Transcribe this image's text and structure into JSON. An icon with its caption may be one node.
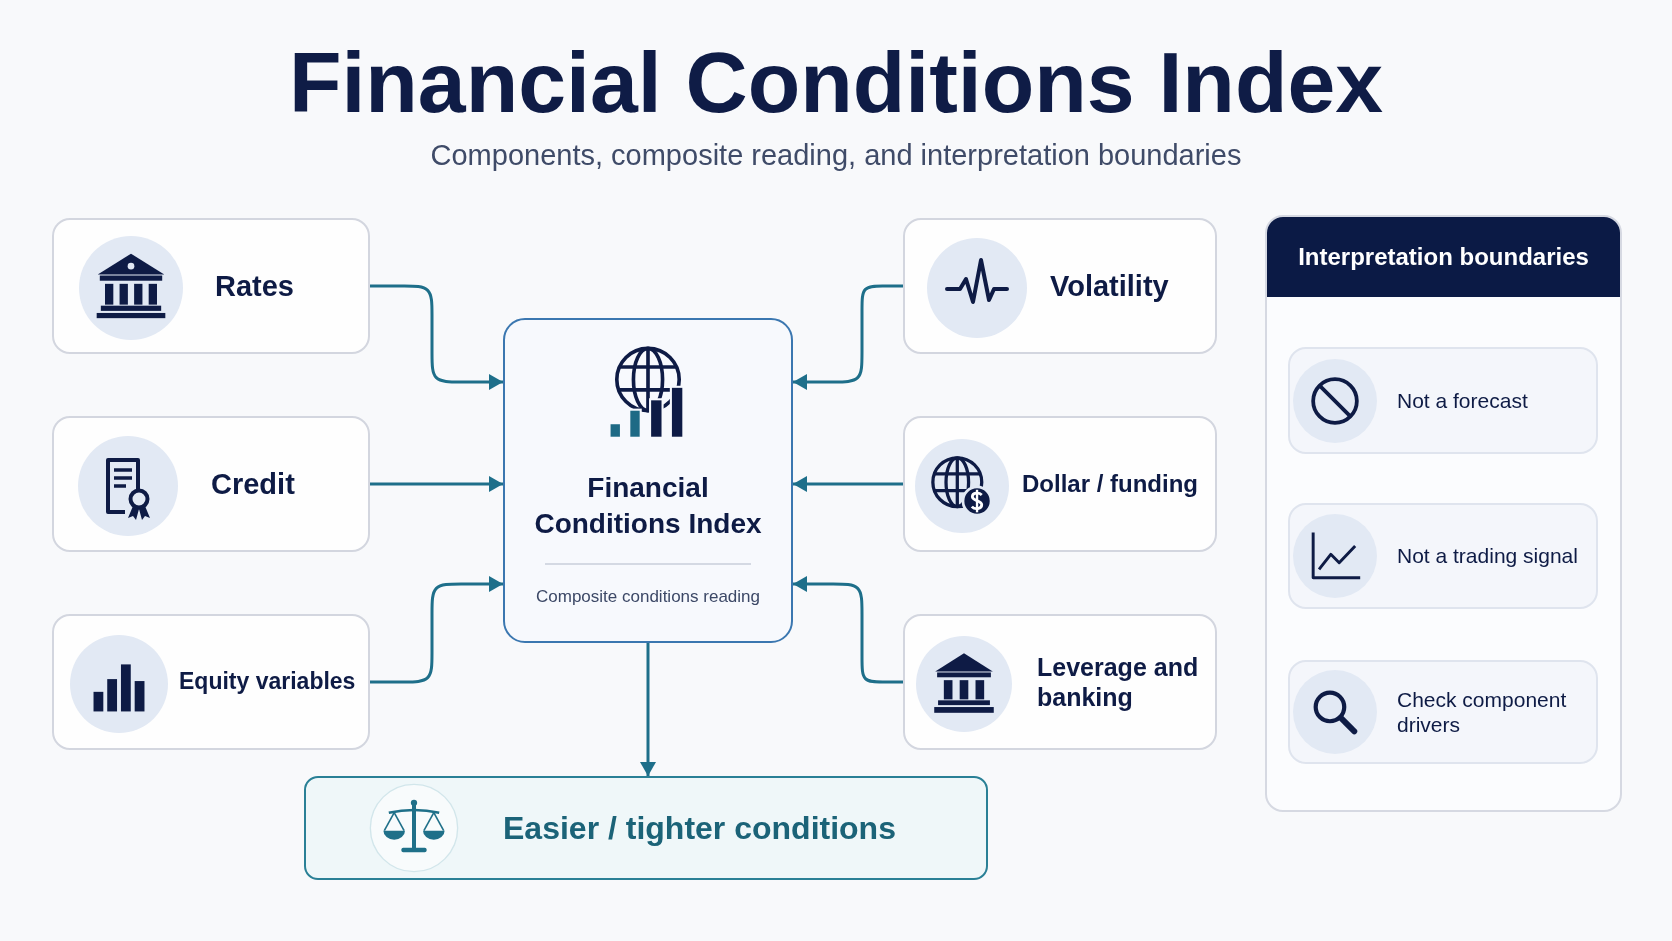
{
  "diagram": {
    "title": "Financial Conditions Index",
    "nodes": [
      {
        "text": [
          "Rates"
        ]
      },
      {
        "text": [
          "Credit"
        ]
      },
      {
        "text": [
          "Equity variables"
        ]
      },
      {
        "text": [
          "Financial Conditions Index",
          "Composite conditions reading"
        ]
      },
      {
        "text": [
          "Volatility"
        ]
      },
      {
        "text": [
          "Dollar / funding"
        ]
      },
      {
        "text": [
          "Leverage and banking"
        ]
      },
      {
        "text": [
          "Easier / tighter conditions"
        ]
      },
      {
        "text": [
          "Interpretation boundaries"
        ]
      },
      {
        "text": [
          "Not a forecast"
        ],
        "in": 8
      },
      {
        "text": [
          "Not a trading signal"
        ],
        "in": 8
      },
      {
        "text": [
          "Check component drivers"
        ],
        "in": 8
      }
    ],
    "edges": [
      {
        "from": 0,
        "to": 3,
        "arrow": "to"
      },
      {
        "from": 1,
        "to": 3,
        "arrow": "to"
      },
      {
        "from": 2,
        "to": 3,
        "arrow": "to"
      },
      {
        "from": 4,
        "to": 3,
        "arrow": "to"
      },
      {
        "from": 5,
        "to": 3,
        "arrow": "to"
      },
      {
        "from": 6,
        "to": 3,
        "arrow": "to"
      },
      {
        "from": 3,
        "to": 7,
        "arrow": "to"
      }
    ],
    "labels": [
      "Components, composite reading, and interpretation boundaries"
    ]
  }
}
